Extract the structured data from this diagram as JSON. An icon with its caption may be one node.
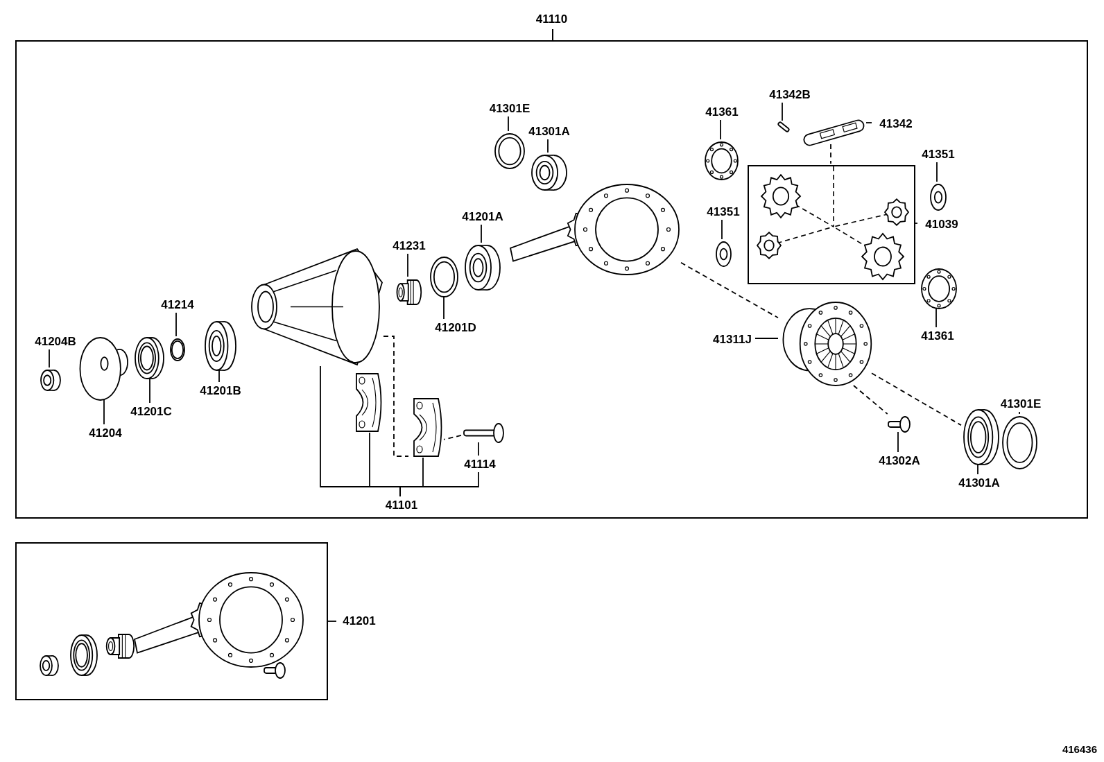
{
  "diagram": {
    "nodes": [
      {
        "text": [
          "41110"
        ]
      },
      {
        "text": [
          "41301E"
        ],
        "in": 0
      },
      {
        "text": [],
        "shape": "picture",
        "in": 0
      },
      {
        "text": [
          "41301A"
        ],
        "in": 0
      },
      {
        "text": [],
        "shape": "picture",
        "in": 0
      },
      {
        "text": [
          "41342B"
        ],
        "in": 0
      },
      {
        "text": [],
        "shape": "picture",
        "in": 0
      },
      {
        "text": [
          "41361"
        ],
        "in": 0
      },
      {
        "text": [],
        "shape": "picture",
        "in": 0
      },
      {
        "text": [
          "41342"
        ],
        "in": 0
      },
      {
        "text": [],
        "shape": "picture",
        "in": 0
      },
      {
        "text": [
          "41351"
        ],
        "in": 0
      },
      {
        "text": [],
        "shape": "picture",
        "in": 0
      },
      {
        "text": [],
        "shape": "picture",
        "in": 0
      },
      {
        "text": [
          "41201A"
        ],
        "in": 0
      },
      {
        "text": [],
        "shape": "picture",
        "in": 0
      },
      {
        "text": [
          "41351"
        ],
        "in": 0
      },
      {
        "text": [],
        "shape": "picture",
        "in": 0
      },
      {
        "text": [],
        "shape": "box",
        "in": 0
      },
      {
        "text": [
          "41039"
        ],
        "in": 0
      },
      {
        "text": [
          "41231"
        ],
        "in": 0
      },
      {
        "text": [],
        "shape": "picture",
        "in": 0
      },
      {
        "text": [
          "41201D"
        ],
        "in": 0
      },
      {
        "text": [],
        "shape": "picture",
        "in": 0
      },
      {
        "text": [
          "41214"
        ],
        "in": 0
      },
      {
        "text": [],
        "shape": "picture",
        "in": 0
      },
      {
        "text": [],
        "shape": "picture",
        "in": 0
      },
      {
        "text": [
          "41204B"
        ],
        "in": 0
      },
      {
        "text": [],
        "shape": "picture",
        "in": 0
      },
      {
        "text": [
          "41311J"
        ],
        "in": 0
      },
      {
        "text": [],
        "shape": "picture",
        "in": 0
      },
      {
        "text": [
          "41361"
        ],
        "in": 0
      },
      {
        "text": [],
        "shape": "picture",
        "in": 0
      },
      {
        "text": [
          "41201B"
        ],
        "in": 0
      },
      {
        "text": [],
        "shape": "picture",
        "in": 0
      },
      {
        "text": [
          "41201C"
        ],
        "in": 0
      },
      {
        "text": [],
        "shape": "picture",
        "in": 0
      },
      {
        "text": [
          "41204"
        ],
        "in": 0
      },
      {
        "text": [],
        "shape": "picture",
        "in": 0
      },
      {
        "text": [],
        "shape": "picture",
        "in": 0
      },
      {
        "text": [],
        "shape": "picture",
        "in": 0
      },
      {
        "text": [
          "41114"
        ],
        "in": 0
      },
      {
        "text": [],
        "shape": "picture",
        "in": 0
      },
      {
        "text": [
          "41302A"
        ],
        "in": 0
      },
      {
        "text": [],
        "shape": "picture",
        "in": 0
      },
      {
        "text": [
          "41301E"
        ],
        "in": 0
      },
      {
        "text": [],
        "shape": "picture",
        "in": 0
      },
      {
        "text": [
          "41301A"
        ],
        "in": 0
      },
      {
        "text": [],
        "shape": "picture",
        "in": 0
      },
      {
        "text": [
          "41101"
        ],
        "in": 0
      },
      {
        "text": [],
        "shape": "box"
      },
      {
        "text": [
          "41201"
        ]
      }
    ],
    "edges": [
      {
        "from": 1,
        "to": 2,
        "arrow": "none"
      },
      {
        "from": 3,
        "to": 4,
        "arrow": "none"
      },
      {
        "from": 5,
        "to": 6,
        "arrow": "none"
      },
      {
        "from": 7,
        "to": 8,
        "arrow": "none"
      },
      {
        "from": 9,
        "to": 10,
        "arrow": "none"
      },
      {
        "from": 11,
        "to": 12,
        "arrow": "none"
      },
      {
        "from": 14,
        "to": 15,
        "arrow": "none"
      },
      {
        "from": 16,
        "to": 17,
        "arrow": "none"
      },
      {
        "from": 19,
        "to": 18,
        "arrow": "none"
      },
      {
        "from": 20,
        "to": 21,
        "arrow": "none"
      },
      {
        "from": 22,
        "to": 23,
        "arrow": "none"
      },
      {
        "from": 24,
        "to": 25,
        "arrow": "none"
      },
      {
        "from": 27,
        "to": 28,
        "arrow": "none"
      },
      {
        "from": 29,
        "to": 30,
        "arrow": "none"
      },
      {
        "from": 31,
        "to": 32,
        "arrow": "none"
      },
      {
        "from": 33,
        "to": 34,
        "arrow": "none"
      },
      {
        "from": 35,
        "to": 36,
        "arrow": "none"
      },
      {
        "from": 37,
        "to": 38,
        "arrow": "none"
      },
      {
        "from": 41,
        "to": 42,
        "arrow": "none"
      },
      {
        "from": 43,
        "to": 44,
        "arrow": "none"
      },
      {
        "from": 45,
        "to": 46,
        "arrow": "none"
      },
      {
        "from": 47,
        "to": 48,
        "arrow": "none"
      },
      {
        "from": 49,
        "to": 26,
        "arrow": "none"
      },
      {
        "from": 49,
        "to": 39,
        "arrow": "none"
      },
      {
        "from": 49,
        "to": 40,
        "arrow": "none"
      },
      {
        "from": 49,
        "to": 41,
        "arrow": "none"
      },
      {
        "from": 51,
        "to": 50,
        "arrow": "none"
      },
      {
        "from": 13,
        "to": 30,
        "arrow": "none",
        "style": "dashed"
      },
      {
        "from": 30,
        "to": 44,
        "arrow": "none",
        "style": "dashed"
      },
      {
        "from": 30,
        "to": 48,
        "arrow": "none",
        "style": "dashed"
      },
      {
        "from": 10,
        "to": 18,
        "arrow": "none",
        "style": "dashed"
      },
      {
        "from": 26,
        "to": 40,
        "arrow": "none",
        "style": "dashed"
      },
      {
        "from": 42,
        "to": 40,
        "arrow": "none",
        "style": "dashed"
      }
    ],
    "labels": [
      "416436"
    ]
  }
}
